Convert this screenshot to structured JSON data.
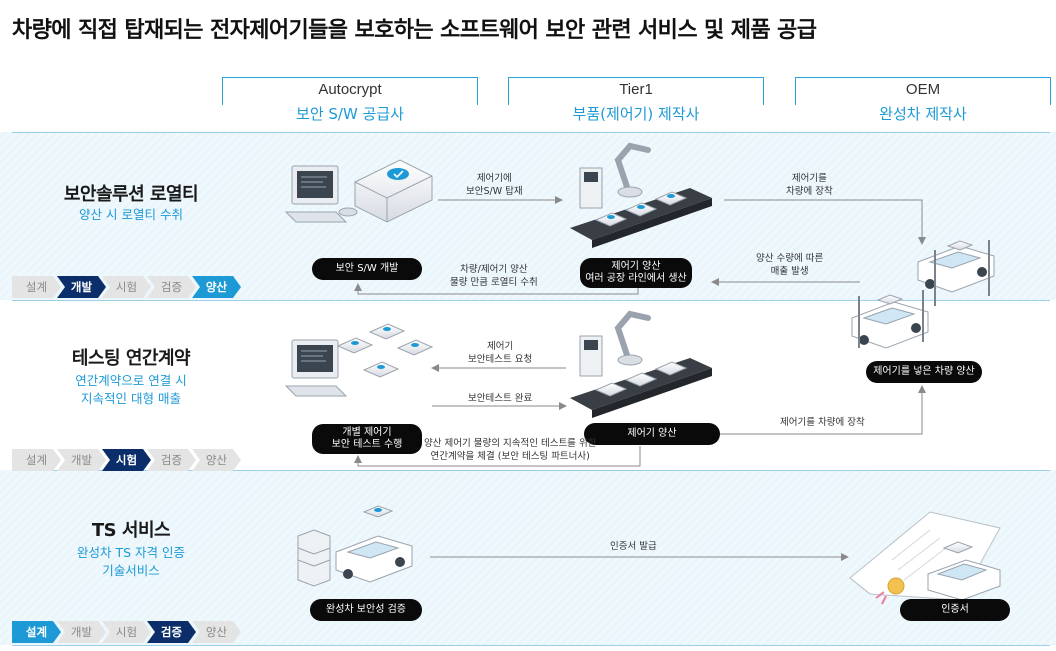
{
  "title": "차량에 직접 탑재되는 전자제어기들을 보호하는 소프트웨어 보안 관련 서비스 및 제품 공급",
  "columns": [
    {
      "en": "Autocrypt",
      "ko": "보안 S/W 공급사"
    },
    {
      "en": "Tier1",
      "ko": "부품(제어기) 제작사"
    },
    {
      "en": "OEM",
      "ko": "완성차 제작사"
    }
  ],
  "sections": [
    {
      "title": "보안솔루션 로열티",
      "subtitle": [
        "양산 시 로열티 수취"
      ],
      "steps": [
        "설계",
        "개발",
        "시험",
        "검증",
        "양산"
      ],
      "active_steps": [
        "개발",
        "양산"
      ],
      "pills": {
        "autocrypt": "보안 S/W 개발",
        "tier1": [
          "제어기 양산",
          "여러 공장 라인에서 생산"
        ]
      },
      "notes": {
        "a_to_t": [
          "제어기에",
          "보안S/W 탑재"
        ],
        "t_to_o": [
          "제어기를",
          "차량에 장착"
        ],
        "o_to_t": [
          "양산 수량에 따른",
          "매출 발생"
        ],
        "t_to_a": [
          "차량/제어기 양산",
          "물량 만큼 로열티 수취"
        ]
      }
    },
    {
      "title": "테스팅 연간계약",
      "subtitle": [
        "연간계약으로 연결 시",
        "지속적인 대형 매출"
      ],
      "steps": [
        "설계",
        "개발",
        "시험",
        "검증",
        "양산"
      ],
      "active_steps": [
        "시험"
      ],
      "pills": {
        "autocrypt": [
          "개별 제어기",
          "보안 테스트 수행"
        ],
        "tier1": "제어기 양산",
        "oem": "제어기를 넣은 차량 양산"
      },
      "notes": {
        "request": [
          "제어기",
          "보안테스트 요청"
        ],
        "done": "보안테스트 완료",
        "mount": "제어기를 차량에 장착",
        "contract": [
          "양산 제어기 물량의 지속적인 테스트를 위한",
          "연간계약을 체결 (보안 테스팅 파트너사)"
        ]
      }
    },
    {
      "title": "TS 서비스",
      "subtitle": [
        "완성차 TS 자격 인증",
        "기술서비스"
      ],
      "steps": [
        "설계",
        "개발",
        "시험",
        "검증",
        "양산"
      ],
      "active_steps": [
        "설계",
        "검증"
      ],
      "pills": {
        "autocrypt": "완성차 보안성 검증",
        "oem": "인증서"
      },
      "notes": {
        "cert": "인증서 발급"
      }
    }
  ],
  "colors": {
    "accent": "#1d9ad6",
    "navy": "#0b2e6b",
    "band": "#eaf6fc",
    "pill": "#0a0a0a"
  },
  "icons": [
    "computer-icon",
    "security-module-icon",
    "robot-arm-icon",
    "conveyor-icon",
    "car-lift-icon",
    "server-rack-icon",
    "car-icon",
    "certificate-icon"
  ]
}
